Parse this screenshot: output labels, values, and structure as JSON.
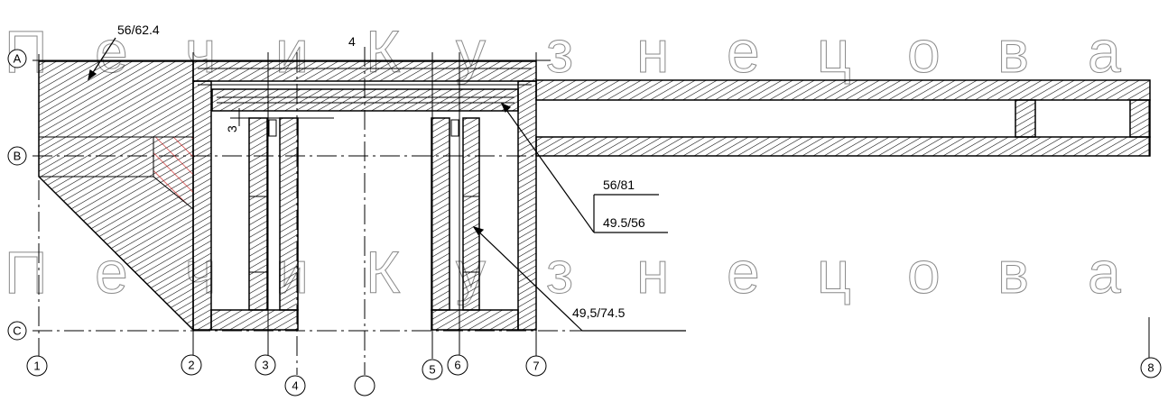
{
  "watermark": {
    "top_letters": [
      "П",
      "е",
      "ч",
      "и",
      "К",
      "у",
      "з",
      "н",
      "е",
      "ц",
      "о",
      "в",
      "а"
    ],
    "bottom_letters": [
      "П",
      "е",
      "ч",
      "и",
      "К",
      "у",
      "з",
      "н",
      "е",
      "ц",
      "о",
      "в",
      "а"
    ]
  },
  "rows": [
    {
      "id": "row-a",
      "label": "A"
    },
    {
      "id": "row-b",
      "label": "B"
    },
    {
      "id": "row-c",
      "label": "C"
    }
  ],
  "columns": [
    {
      "id": "col-1",
      "label": "1"
    },
    {
      "id": "col-2",
      "label": "2"
    },
    {
      "id": "col-3",
      "label": "3"
    },
    {
      "id": "col-4",
      "label": "4"
    },
    {
      "id": "col-unlabeled",
      "label": ""
    },
    {
      "id": "col-5",
      "label": "5"
    },
    {
      "id": "col-6",
      "label": "6"
    },
    {
      "id": "col-7",
      "label": "7"
    },
    {
      "id": "col-8",
      "label": "8"
    }
  ],
  "annotations": {
    "top_left_dim": "56/62.4",
    "top_center_mark": "4",
    "side_mark": "3",
    "leader_upper": "56/81",
    "leader_lower": "49.5/56",
    "leader_bottom": "49,5/74.5"
  },
  "colors": {
    "line": "#000000",
    "hatch": "#000000",
    "red_hatch": "#cc2222",
    "watermark": "#8a8a8a"
  }
}
